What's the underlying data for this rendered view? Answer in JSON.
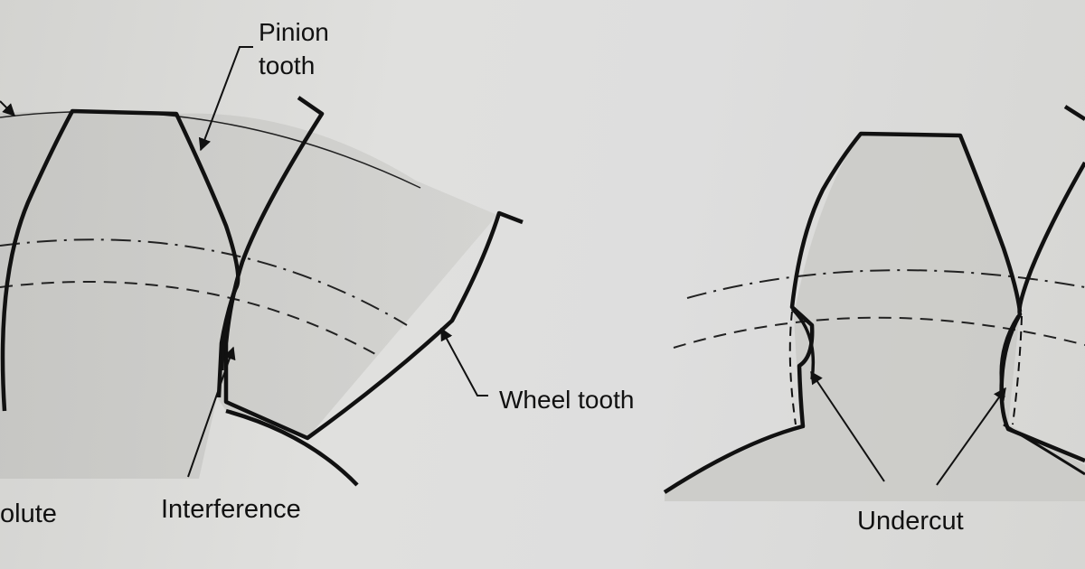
{
  "diagram": {
    "labels": {
      "pinion_tooth_line1": "Pinion",
      "pinion_tooth_line2": "tooth",
      "wheel_tooth": "Wheel tooth",
      "involute_partial": "olute",
      "interference": "Interference",
      "undercut": "Undercut"
    },
    "colors": {
      "ink": "#111111",
      "tooth_fill": "#c6c6c3",
      "paper": "#dcdcd9"
    }
  }
}
